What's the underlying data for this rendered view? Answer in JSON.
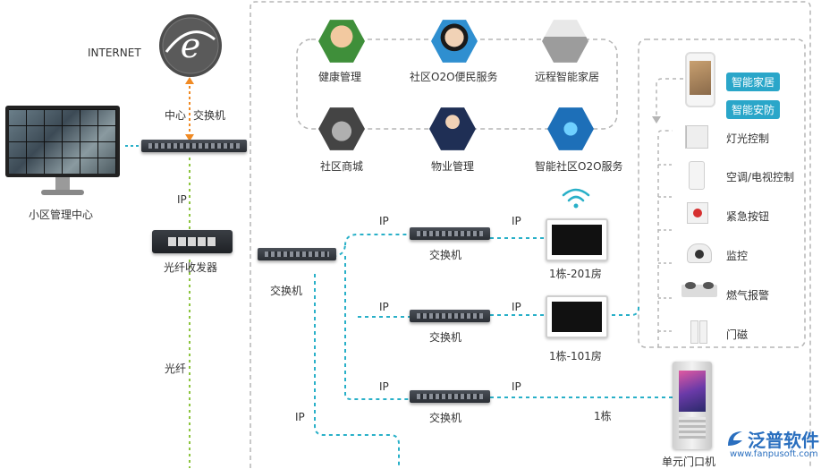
{
  "nodes": {
    "internet": "INTERNET",
    "center_switch_a": "中心",
    "center_switch_b": "交换机",
    "mgmt_center": "小区管理中心",
    "fiber_transceiver": "光纤收发器",
    "fiber": "光纤",
    "ip_left": "IP",
    "main_switch": "交换机",
    "switch1": "交换机",
    "switch2": "交换机",
    "switch3": "交换机",
    "room1": "1栋-201房",
    "room2": "1栋-101房",
    "building": "1栋",
    "door_unit": "单元门口机"
  },
  "ip_labels": [
    "IP",
    "IP",
    "IP",
    "IP",
    "IP",
    "IP",
    "IP"
  ],
  "services": [
    {
      "label": "健康管理",
      "color": "#3f8f3a"
    },
    {
      "label": "社区O2O便民服务",
      "color": "#2f8fd0"
    },
    {
      "label": "远程智能家居",
      "color": "#9c9c9c"
    },
    {
      "label": "社区商城",
      "color": "#444444"
    },
    {
      "label": "物业管理",
      "color": "#1f2f55"
    },
    {
      "label": "智能社区O2O服务",
      "color": "#1d6fb8"
    }
  ],
  "smart_tags": [
    "智能家居",
    "智能安防"
  ],
  "devices": [
    "灯光控制",
    "空调/电视控制",
    "紧急按钮",
    "监控",
    "燃气报警",
    "门磁"
  ],
  "logo": {
    "text": "泛普软件",
    "url": "www.fanpusoft.com"
  },
  "colors": {
    "accent": "#2aa6c9",
    "line": "#29b0c8",
    "fiber": "#8cc43d",
    "internet": "#f08a24"
  }
}
